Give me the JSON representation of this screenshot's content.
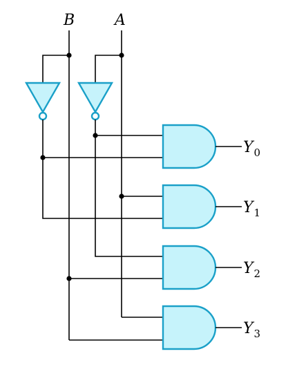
{
  "inputs": {
    "b_label": "B",
    "a_label": "A"
  },
  "outputs": [
    {
      "letter": "Y",
      "sub": "0"
    },
    {
      "letter": "Y",
      "sub": "1"
    },
    {
      "letter": "Y",
      "sub": "2"
    },
    {
      "letter": "Y",
      "sub": "3"
    }
  ],
  "colors": {
    "gate_fill": "#c6f3fb",
    "gate_stroke": "#1aa0c8",
    "wire": "#000000"
  },
  "icons": {
    "inverter": "not-gate-icon",
    "and_gate": "and-gate-icon"
  }
}
